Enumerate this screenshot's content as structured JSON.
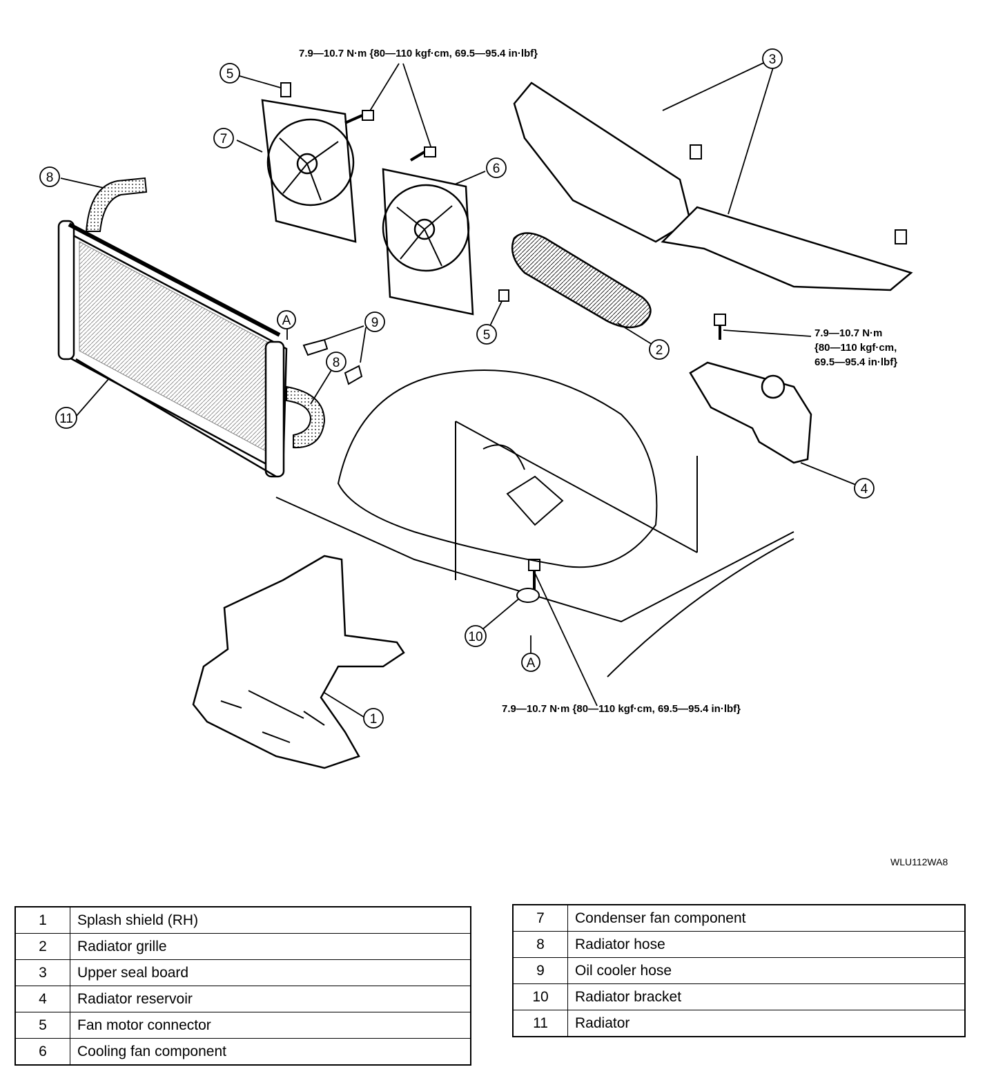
{
  "torque_specs": [
    "7.9—10.7 N·m {80—110 kgf·cm, 69.5—95.4 in·lbf}",
    "7.9—10.7 N·m",
    "{80—110 kgf·cm,",
    "69.5—95.4 in·lbf}",
    "7.9—10.7 N·m {80—110 kgf·cm, 69.5—95.4 in·lbf}"
  ],
  "callouts": [
    "1",
    "2",
    "3",
    "4",
    "5",
    "5",
    "6",
    "7",
    "8",
    "8",
    "9",
    "10",
    "11",
    "A",
    "A"
  ],
  "figure_id": "WLU112WA8",
  "legend_left": [
    {
      "num": "1",
      "name": "Splash shield (RH)"
    },
    {
      "num": "2",
      "name": "Radiator grille"
    },
    {
      "num": "3",
      "name": "Upper seal board"
    },
    {
      "num": "4",
      "name": "Radiator reservoir"
    },
    {
      "num": "5",
      "name": "Fan motor connector"
    },
    {
      "num": "6",
      "name": "Cooling fan component"
    }
  ],
  "legend_right": [
    {
      "num": "7",
      "name": "Condenser fan component"
    },
    {
      "num": "8",
      "name": "Radiator hose"
    },
    {
      "num": "9",
      "name": "Oil cooler hose"
    },
    {
      "num": "10",
      "name": "Radiator bracket"
    },
    {
      "num": "11",
      "name": "Radiator"
    }
  ]
}
